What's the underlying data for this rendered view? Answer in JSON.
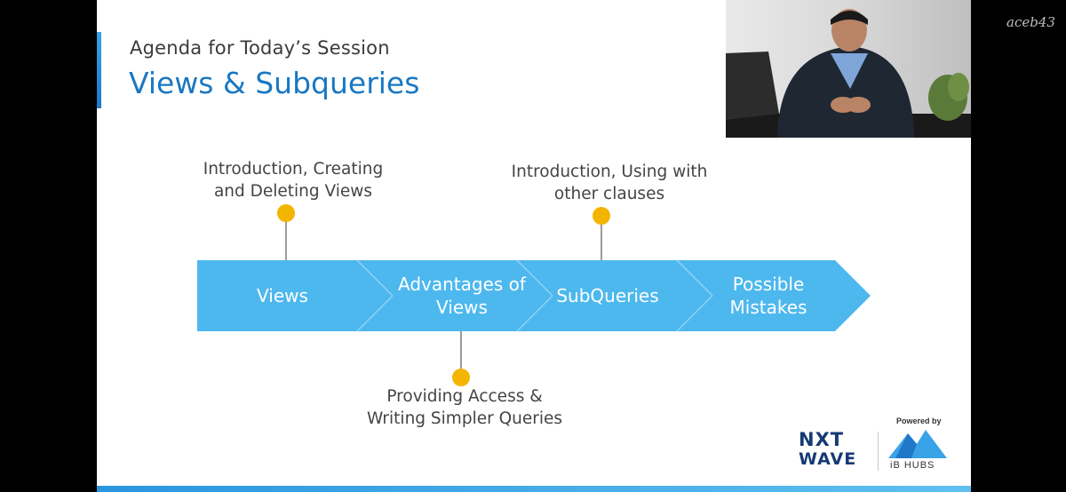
{
  "slide": {
    "subtitle": "Agenda for Today’s Session",
    "title": "Views & Subqueries"
  },
  "steps": [
    {
      "label_line1": "Views",
      "label_line2": ""
    },
    {
      "label_line1": "Advantages of",
      "label_line2": "Views"
    },
    {
      "label_line1": "SubQueries",
      "label_line2": ""
    },
    {
      "label_line1": "Possible",
      "label_line2": "Mistakes"
    }
  ],
  "notes": [
    {
      "line1": "Introduction, Creating",
      "line2": "and Deleting Views"
    },
    {
      "line1": "Introduction, Using with",
      "line2": "other clauses"
    },
    {
      "line1": "Providing Access &",
      "line2": "Writing Simpler Queries"
    }
  ],
  "colors": {
    "arrow_fill": "#4db8ee",
    "marker": "#f3b500",
    "title": "#1a78c2"
  },
  "branding": {
    "nxt": "NXT",
    "wave": "WAVE",
    "powered_by": "Powered by",
    "ib_hubs": "iB HUBS"
  },
  "watermark": "aceb43"
}
